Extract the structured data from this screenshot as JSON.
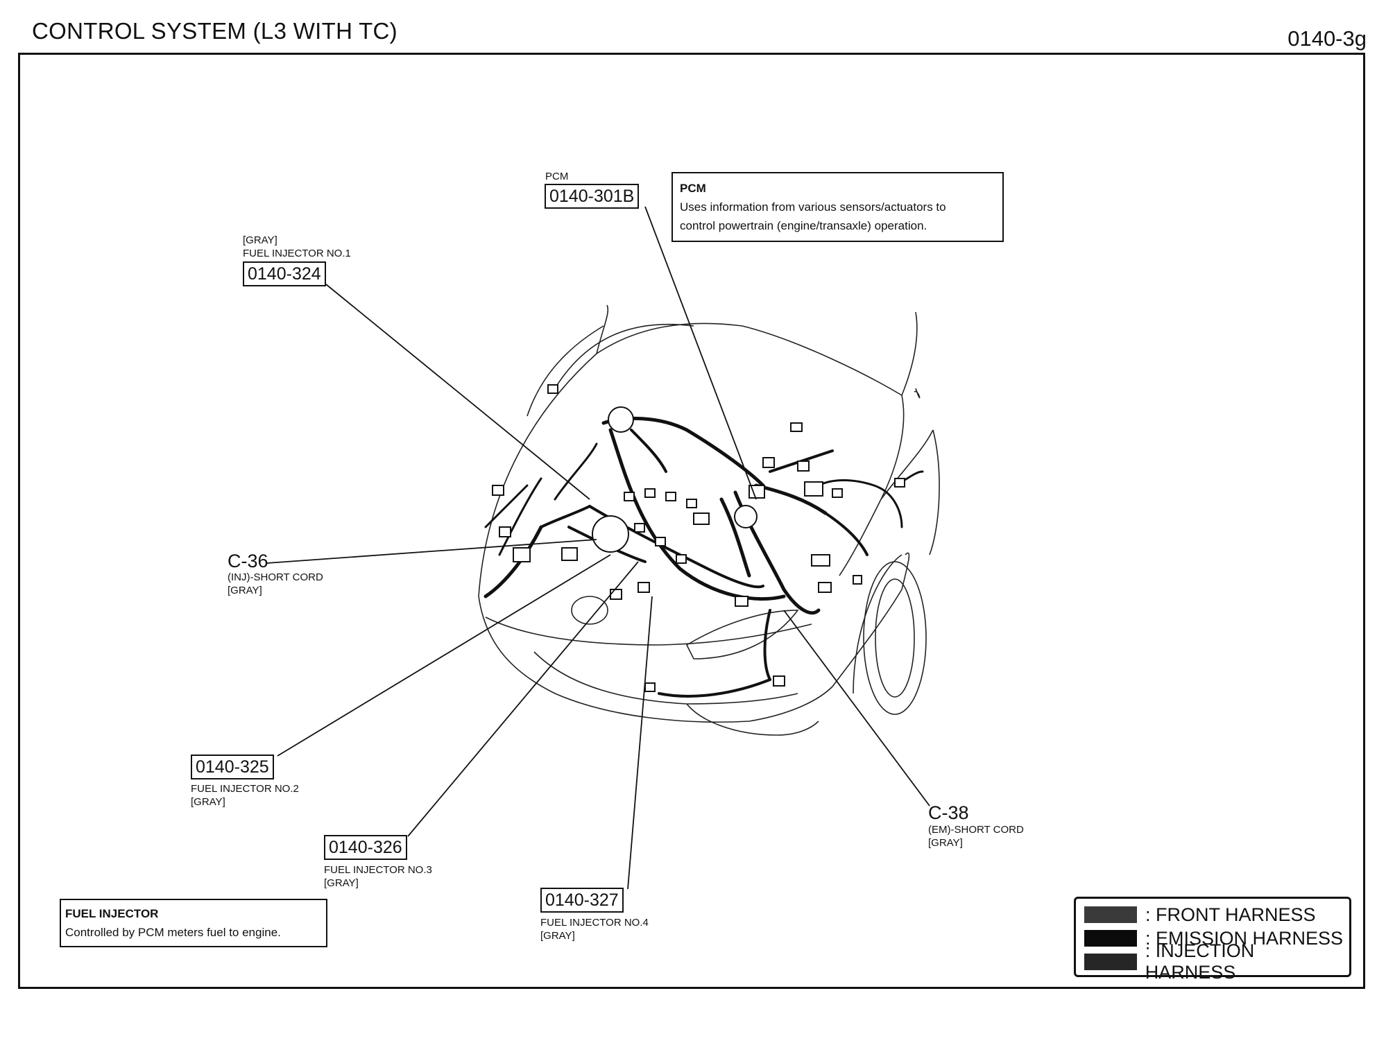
{
  "header": {
    "title": "CONTROL SYSTEM (L3 WITH TC)",
    "page_code": "0140-3g"
  },
  "pcm": {
    "caption": "PCM",
    "ref": "0140-301B"
  },
  "pcm_note": {
    "title": "PCM",
    "line1": "Uses information from various sensors/actuators to",
    "line2": "control powertrain (engine/transaxle) operation."
  },
  "injector1": {
    "color": "[GRAY]",
    "name": "FUEL INJECTOR NO.1",
    "ref": "0140-324"
  },
  "injector2": {
    "ref": "0140-325",
    "name": "FUEL INJECTOR NO.2",
    "color": "[GRAY]"
  },
  "injector3": {
    "ref": "0140-326",
    "name": "FUEL INJECTOR NO.3",
    "color": "[GRAY]"
  },
  "injector4": {
    "ref": "0140-327",
    "name": "FUEL INJECTOR NO.4",
    "color": "[GRAY]"
  },
  "c36": {
    "code": "C-36",
    "name": "(INJ)-SHORT CORD",
    "color": "[GRAY]"
  },
  "c38": {
    "code": "C-38",
    "name": "(EM)-SHORT CORD",
    "color": "[GRAY]"
  },
  "injector_note": {
    "title": "FUEL INJECTOR",
    "text": "Controlled by PCM meters fuel to engine."
  },
  "legend": [
    {
      "label": ": FRONT HARNESS",
      "color": "#3a3a3a"
    },
    {
      "label": ": EMISSION HARNESS",
      "color": "#0b0b0b"
    },
    {
      "label": ": INJECTION HARNESS",
      "color": "#262626"
    }
  ]
}
